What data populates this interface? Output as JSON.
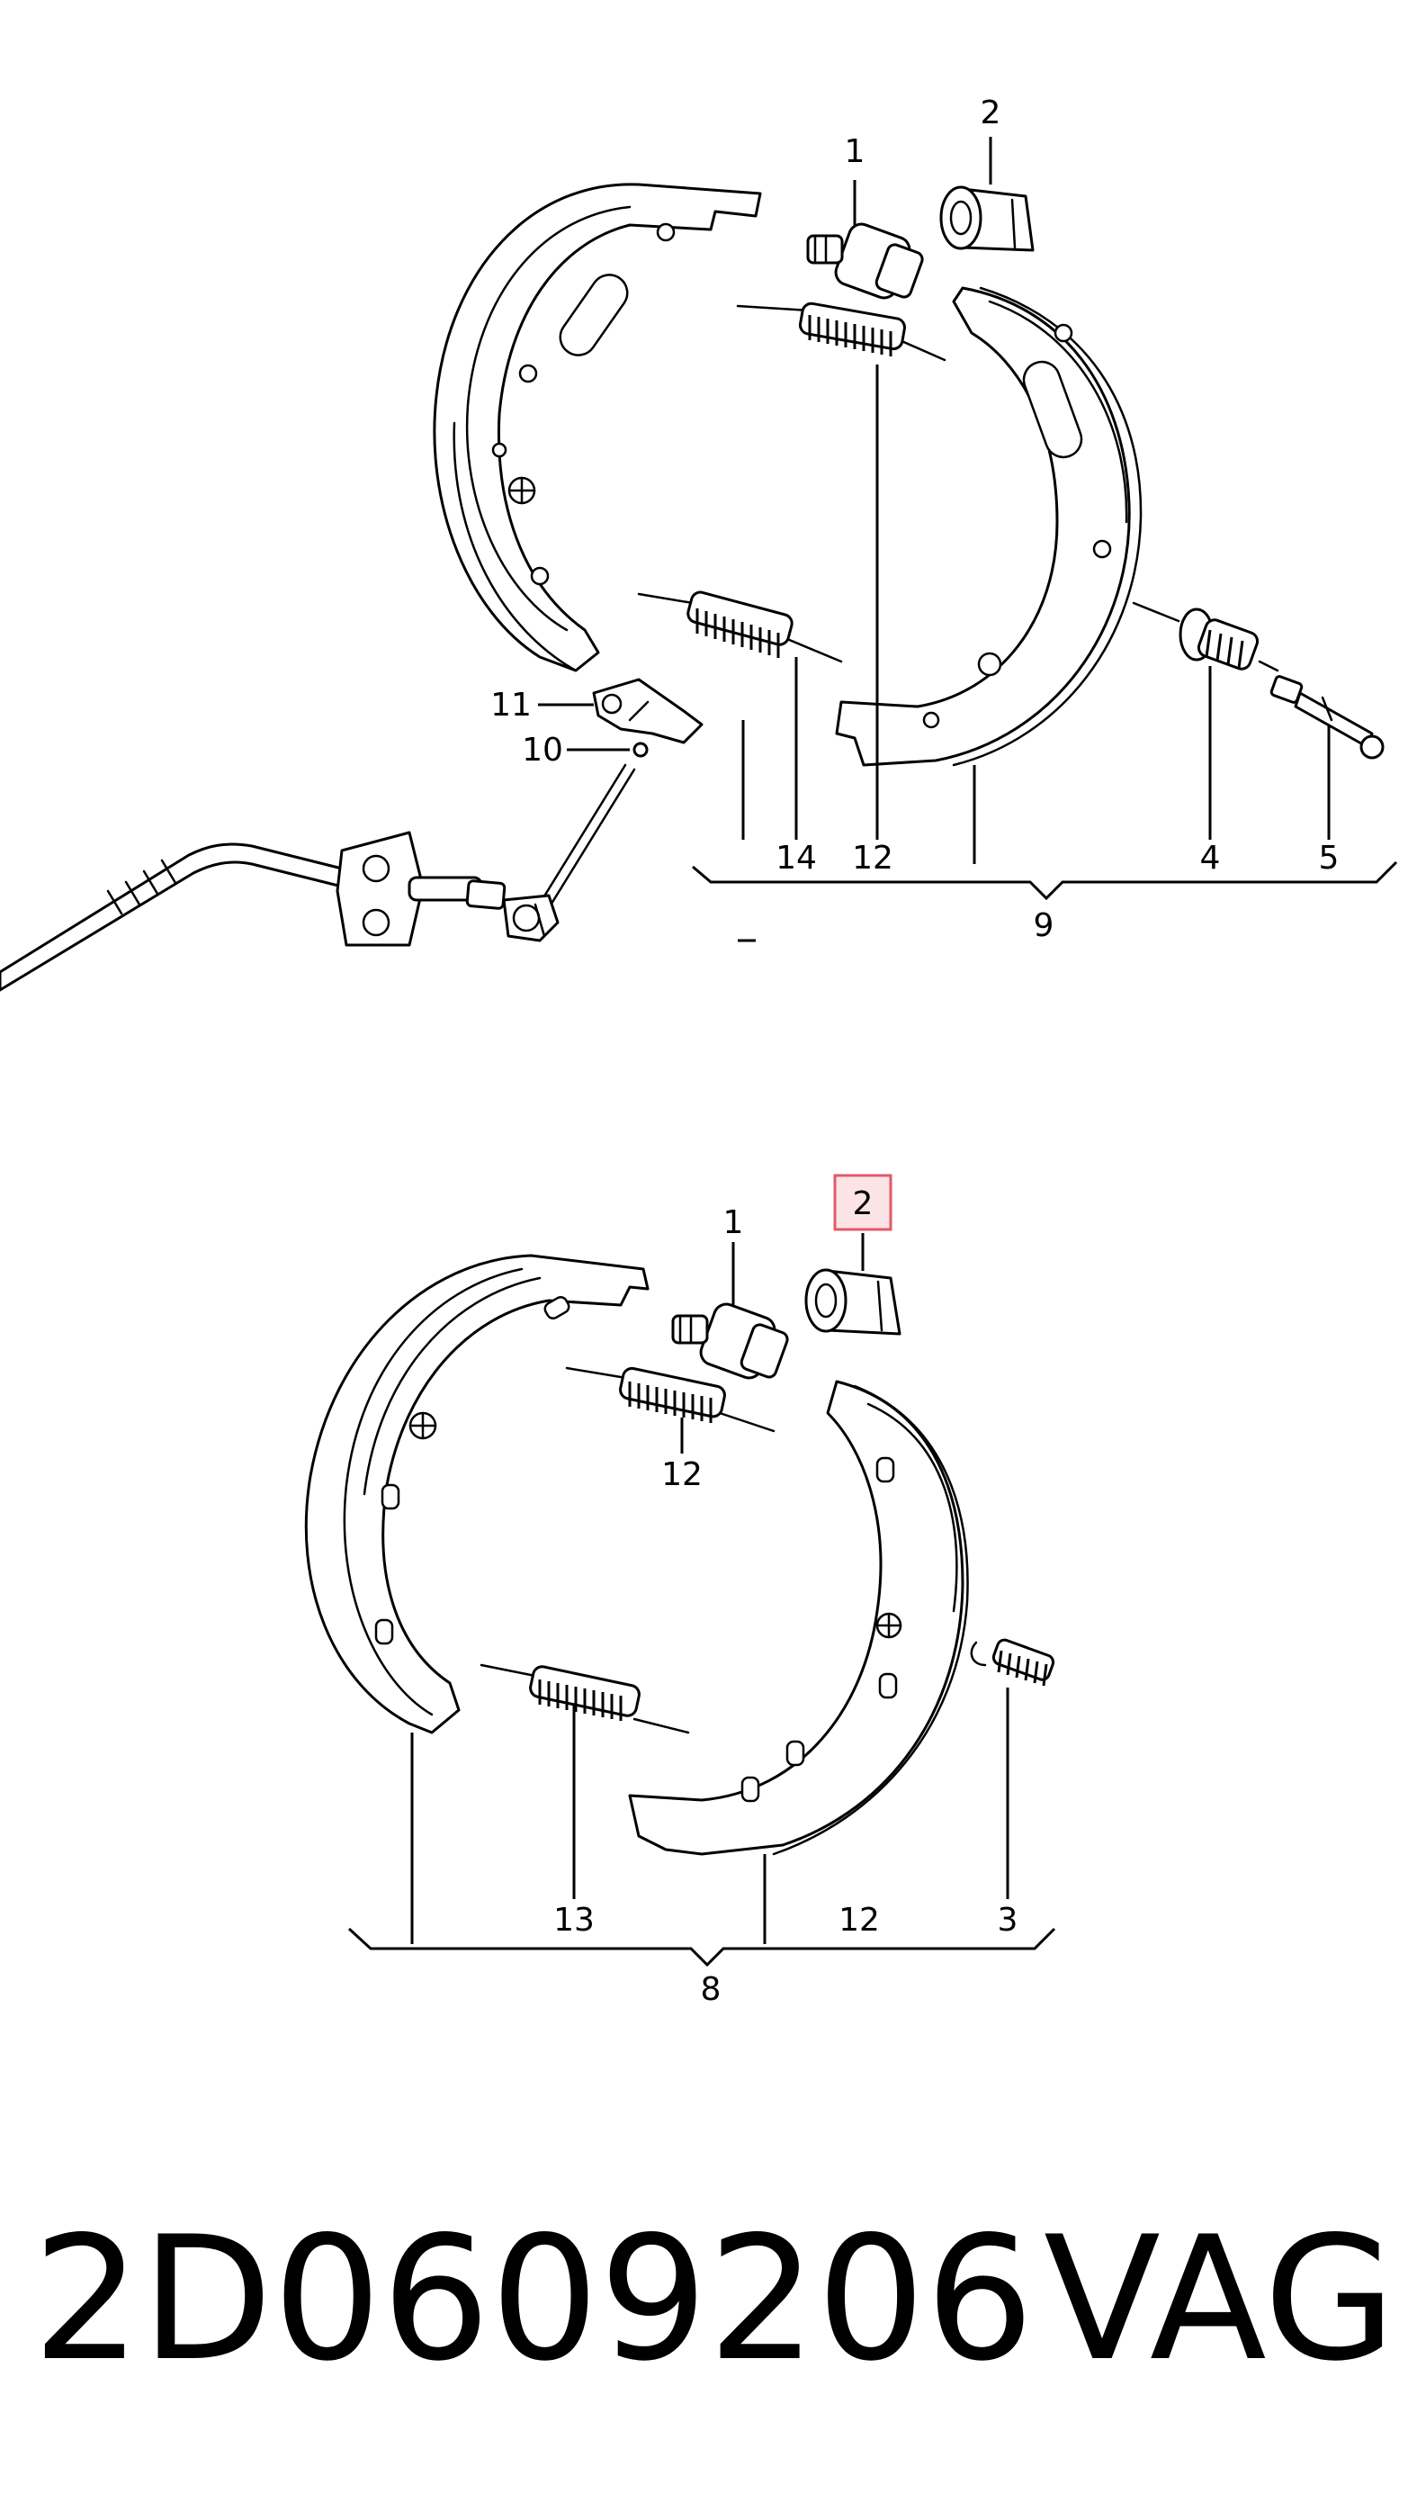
{
  "diagram": {
    "upper_callouts": {
      "c1": "1",
      "c2": "2",
      "c4": "4",
      "c5": "5",
      "c9": "9",
      "c10": "10",
      "c11": "11",
      "c12": "12",
      "c14": "14"
    },
    "lower_callouts": {
      "c1": "1",
      "c2": "2",
      "c3": "3",
      "c8": "8",
      "c12_top": "12",
      "c12_bottom": "12",
      "c13": "13"
    },
    "highlight_color": "#e05a6a",
    "highlight_fill": "#fbe3e6"
  },
  "footer": {
    "part_number": "2D0609206",
    "brand": "VAG"
  }
}
